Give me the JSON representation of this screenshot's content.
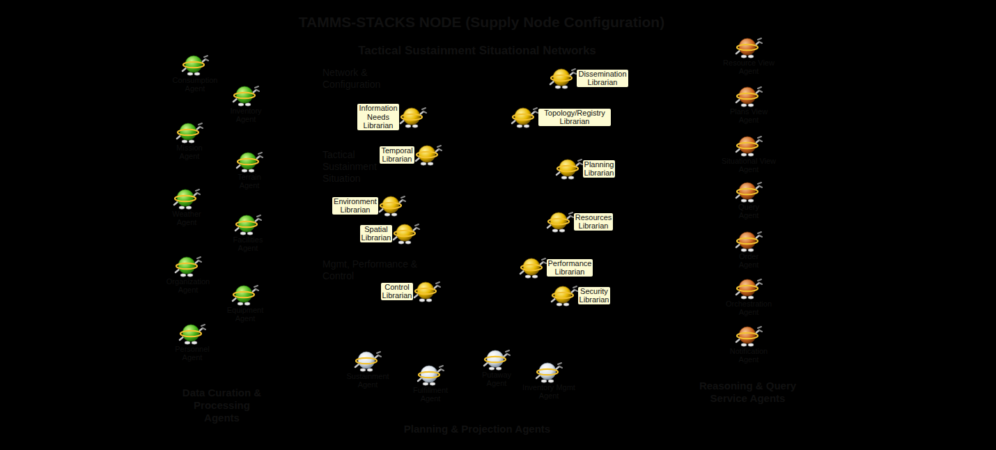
{
  "diagram": {
    "nodes": [
      {
        "text": [
          "TAMMS-STACKS NODE (Supply Node Configuration)"
        ]
      },
      {
        "text": [
          "Data Curation & Processing Agents"
        ],
        "in": 0
      },
      {
        "text": [
          "Consumption Agent"
        ],
        "in": 1
      },
      {
        "text": [
          "Inventory Agent"
        ],
        "in": 1
      },
      {
        "text": [
          "Mission Agent"
        ],
        "in": 1
      },
      {
        "text": [
          "Terrain Agent"
        ],
        "in": 1
      },
      {
        "text": [
          "Weather Agent"
        ],
        "in": 1
      },
      {
        "text": [
          "Facilities Agent"
        ],
        "in": 1
      },
      {
        "text": [
          "Organization Agent"
        ],
        "in": 1
      },
      {
        "text": [
          "Equipment Agent"
        ],
        "in": 1
      },
      {
        "text": [
          "Personnel Agent"
        ],
        "in": 1
      },
      {
        "text": [
          "Tactical Sustainment Situational Networks"
        ],
        "in": 0
      },
      {
        "text": [
          "Network & Configuration"
        ],
        "in": 11
      },
      {
        "text": [
          "Dissemination Librarian"
        ],
        "in": 12
      },
      {
        "text": [
          "Information Needs Librarian"
        ],
        "in": 12
      },
      {
        "text": [
          "Topology/Registry Librarian"
        ],
        "in": 12
      },
      {
        "text": [
          "Tactical Sustainment Situation"
        ],
        "in": 11
      },
      {
        "text": [
          "Temporal Librarian"
        ],
        "in": 16
      },
      {
        "text": [
          "Planning Librarian"
        ],
        "in": 16
      },
      {
        "text": [
          "Environment Librarian"
        ],
        "in": 16
      },
      {
        "text": [
          "Resources Librarian"
        ],
        "in": 16
      },
      {
        "text": [
          "Spatial Librarian"
        ],
        "in": 16
      },
      {
        "text": [
          "Mgmt, Performance & Control"
        ],
        "in": 11
      },
      {
        "text": [
          "Performance Librarian"
        ],
        "in": 22
      },
      {
        "text": [
          "Control Librarian"
        ],
        "in": 22
      },
      {
        "text": [
          "Security Librarian"
        ],
        "in": 22
      },
      {
        "text": [
          "Reasoning & Query Service Agents"
        ],
        "in": 0
      },
      {
        "text": [
          "Resource View Agent"
        ],
        "in": 26
      },
      {
        "text": [
          "Plans View Agent"
        ],
        "in": 26
      },
      {
        "text": [
          "Situational View Agent"
        ],
        "in": 26
      },
      {
        "text": [
          "Query Agent"
        ],
        "in": 26
      },
      {
        "text": [
          "Order Agent"
        ],
        "in": 26
      },
      {
        "text": [
          "Orchestration Agent"
        ],
        "in": 26
      },
      {
        "text": [
          "Notification Agent"
        ],
        "in": 26
      },
      {
        "text": [
          "Planning & Projection Agents"
        ],
        "in": 0
      },
      {
        "text": [
          "Sustainment Agent"
        ],
        "in": 34
      },
      {
        "text": [
          "Fulfillment Agent"
        ],
        "in": 34
      },
      {
        "text": [
          "Putaway Agent"
        ],
        "in": 34
      },
      {
        "text": [
          "Inventory Mgmt Agent"
        ],
        "in": 34
      }
    ],
    "edges": [
      {
        "from": 1,
        "to": 12,
        "arrow": "none"
      },
      {
        "from": 1,
        "to": 12,
        "arrow": "none"
      },
      {
        "from": 1,
        "to": 16,
        "arrow": "none"
      },
      {
        "from": 1,
        "to": 22,
        "arrow": "none"
      },
      {
        "from": 1,
        "to": 22,
        "arrow": "none"
      },
      {
        "from": 12,
        "to": 26,
        "arrow": "none"
      },
      {
        "from": 16,
        "to": 26,
        "arrow": "none"
      },
      {
        "from": 22,
        "to": 26,
        "arrow": "none"
      },
      {
        "from": 11,
        "to": 34,
        "arrow": "none"
      },
      {
        "from": 11,
        "to": 34,
        "arrow": "none"
      },
      {
        "from": 11,
        "to": 34,
        "arrow": "none"
      },
      {
        "from": 11,
        "to": 34,
        "arrow": "none"
      }
    ]
  }
}
